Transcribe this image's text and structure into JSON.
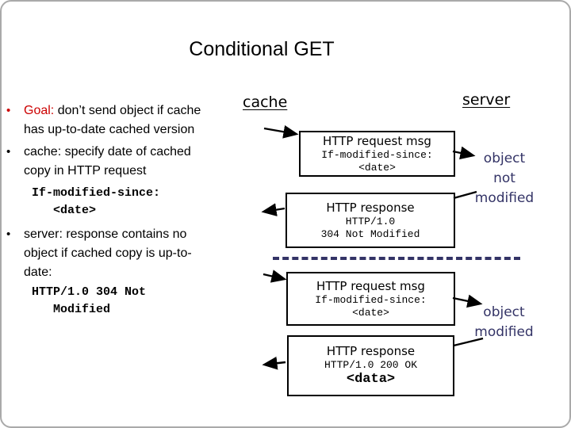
{
  "title": "Conditional GET",
  "bullets": [
    {
      "marker": "•",
      "prefix": "Goal:",
      "text": " don’t send object if cache\nhas up-to-date cached version"
    },
    {
      "marker": "•",
      "text": "cache: specify date of cached\ncopy in HTTP request"
    },
    {
      "marker": "•",
      "text": "server: response contains no\nobject if cached copy is up-to-\ndate:"
    }
  ],
  "code_snippets": [
    "If-modified-since:\n   <date>",
    "HTTP/1.0 304 Not\n   Modified"
  ],
  "diagram": {
    "cache_label": "cache",
    "server_label": "server",
    "boxes": [
      {
        "title": "HTTP request msg",
        "code": "If-modified-since:\n<date>"
      },
      {
        "title": "HTTP response",
        "code": "HTTP/1.0\n304 Not Modified"
      },
      {
        "title": "HTTP request msg",
        "code": "If-modified-since:\n<date>"
      },
      {
        "title": "HTTP response",
        "code": "HTTP/1.0 200 OK",
        "data": "<data>"
      }
    ],
    "annotations": [
      {
        "text": "object\nnot\nmodified"
      },
      {
        "text": "object\nmodified"
      }
    ]
  },
  "colors": {
    "goal_red": "#cc0000",
    "annotation_navy": "#333366",
    "dashed_line_navy": "#333366",
    "box_border": "#000000",
    "slide_border": "#aaaaaa"
  }
}
